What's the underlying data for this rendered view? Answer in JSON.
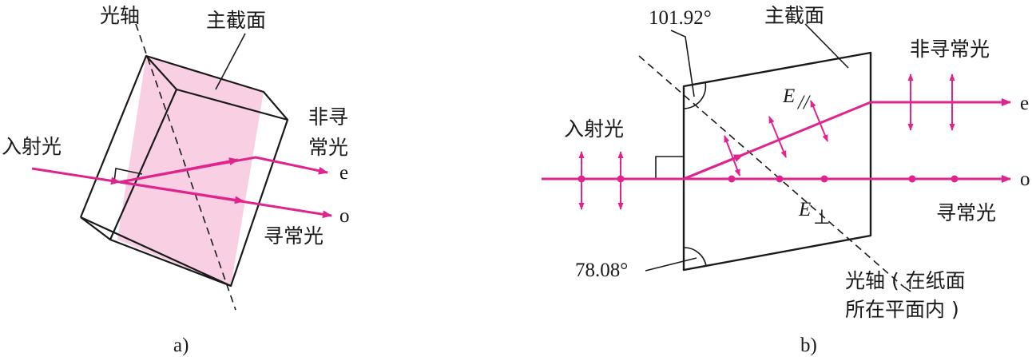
{
  "colors": {
    "ray": "#e0248e",
    "section_fill": "#f8cfe3",
    "outline": "#1a1a1a"
  },
  "panel_a": {
    "label": "a)",
    "optic_axis": "光轴",
    "principal_section": "主截面",
    "incident": "入射光",
    "extraordinary_1": "非寻",
    "extraordinary_2": "常光",
    "e": "e",
    "o": "o",
    "ordinary": "寻常光"
  },
  "panel_b": {
    "label": "b)",
    "angle_top": "101.92°",
    "angle_bottom": "78.08°",
    "principal_section": "主截面",
    "extraordinary": "非寻常光",
    "incident": "入射光",
    "e": "e",
    "o": "o",
    "e_par": "E",
    "par_sub": "//",
    "e_perp": "E",
    "perp_sub": "⊥",
    "ordinary": "寻常光",
    "axis_note_1": "光轴 ( 在纸面",
    "axis_note_2": "所在平面内 )"
  }
}
